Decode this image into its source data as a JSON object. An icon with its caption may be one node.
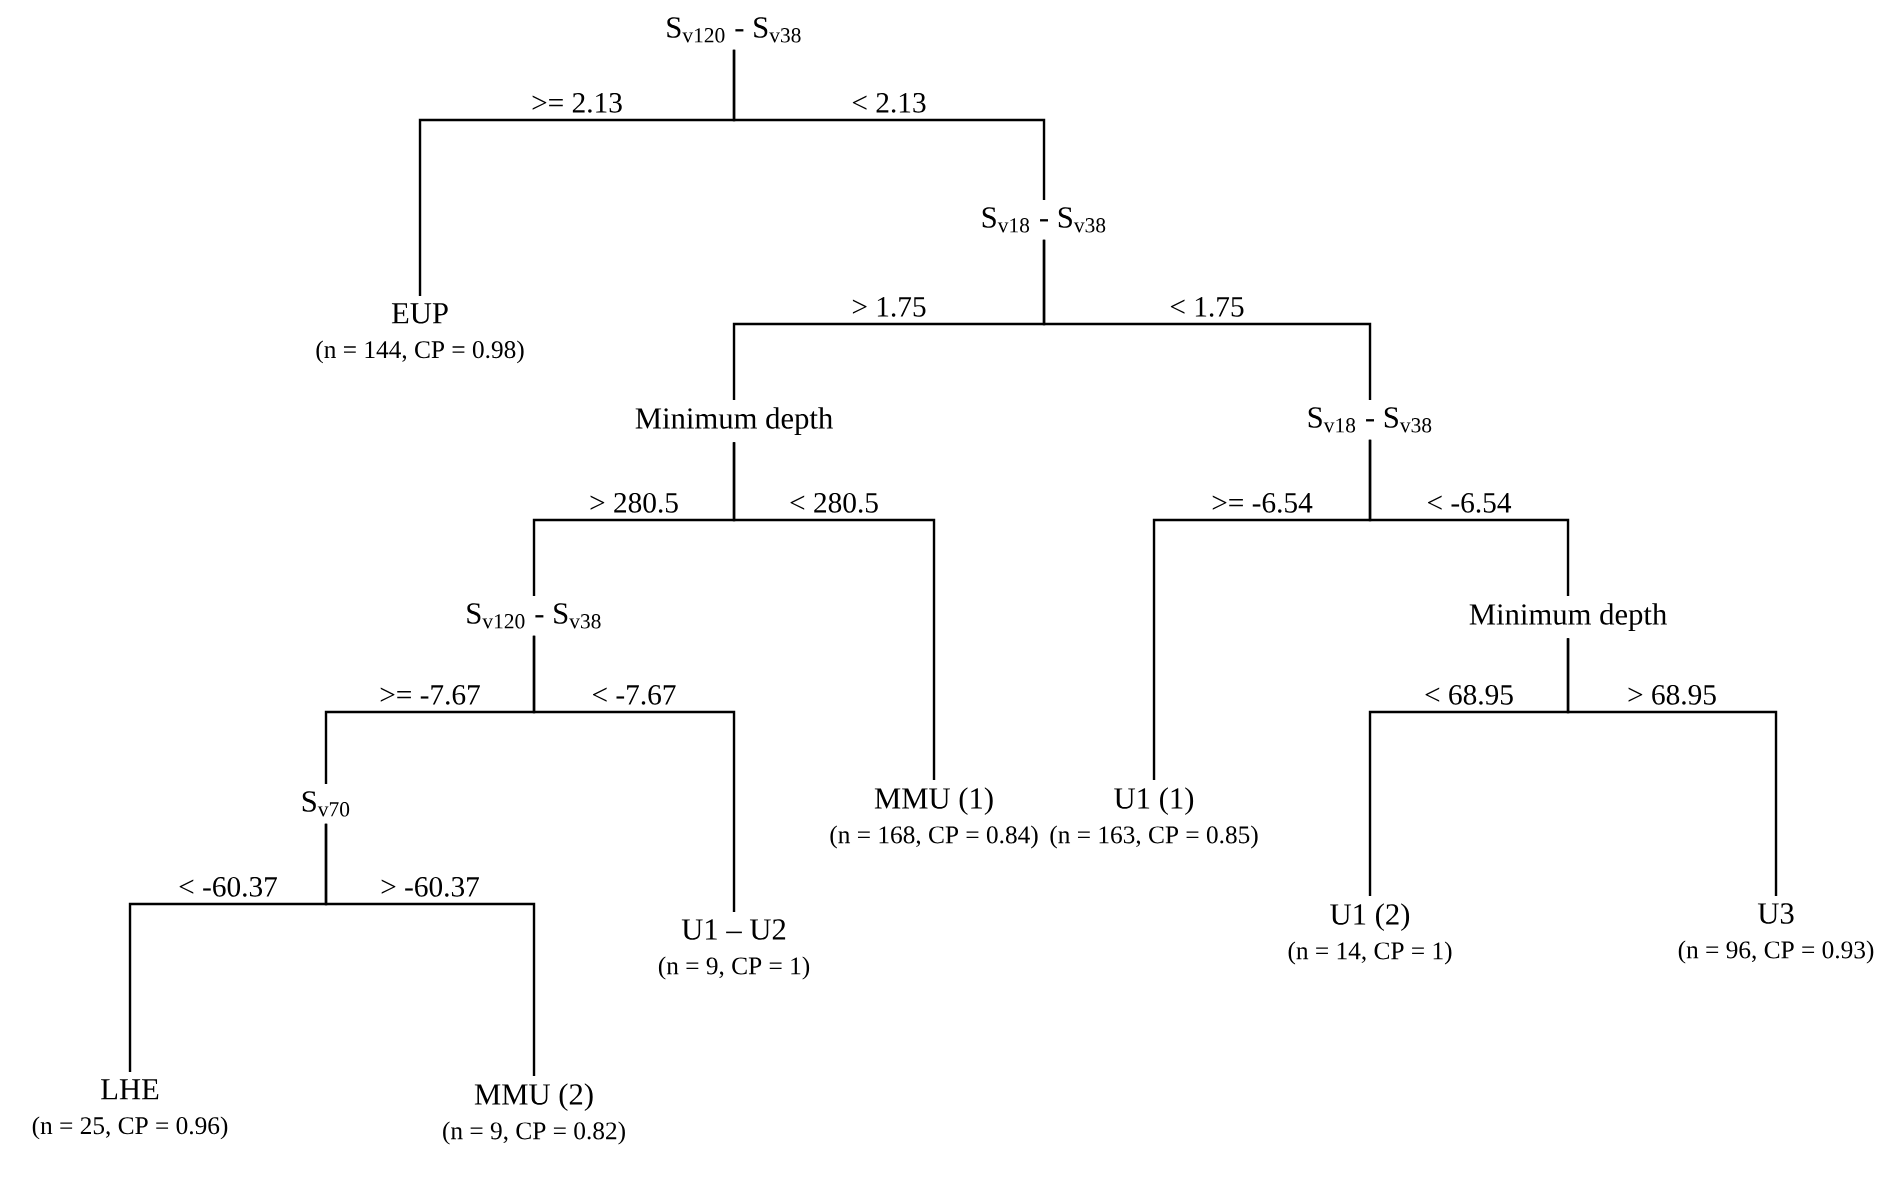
{
  "diagram": {
    "nodes": [
      {
        "text": [
          "S$_{v120}$ - S$_{v38}$"
        ]
      },
      {
        "text": [
          "EUP",
          "(n = 144, CP = 0.98)"
        ]
      },
      {
        "text": [
          "S$_{v18}$ - S$_{v38}$"
        ]
      },
      {
        "text": [
          "Minimum depth"
        ]
      },
      {
        "text": [
          "S$_{v18}$ - S$_{v38}$"
        ]
      },
      {
        "text": [
          "S$_{v120}$ - S$_{v38}$"
        ]
      },
      {
        "text": [
          "MMU (1)",
          "(n = 168, CP = 0.84)"
        ]
      },
      {
        "text": [
          "U1 (1)",
          "(n = 163, CP = 0.85)"
        ]
      },
      {
        "text": [
          "Minimum depth"
        ]
      },
      {
        "text": [
          "S$_{v70}$"
        ]
      },
      {
        "text": [
          "U1 – U2",
          "(n = 9, CP = 1)"
        ]
      },
      {
        "text": [
          "U1 (2)",
          "(n = 14, CP = 1)"
        ]
      },
      {
        "text": [
          "U3",
          "(n = 96, CP = 0.93)"
        ]
      },
      {
        "text": [
          "LHE",
          "(n = 25, CP = 0.96)"
        ]
      },
      {
        "text": [
          "MMU (2)",
          "(n = 9, CP = 0.82)"
        ]
      }
    ],
    "edges": [
      {
        "from": 0,
        "to": 1,
        "arrow": "none",
        "label": ">= 2.13"
      },
      {
        "from": 0,
        "to": 2,
        "arrow": "none",
        "label": "< 2.13"
      },
      {
        "from": 2,
        "to": 3,
        "arrow": "none",
        "label": "> 1.75"
      },
      {
        "from": 2,
        "to": 4,
        "arrow": "none",
        "label": "< 1.75"
      },
      {
        "from": 3,
        "to": 5,
        "arrow": "none",
        "label": "> 280.5"
      },
      {
        "from": 3,
        "to": 6,
        "arrow": "none",
        "label": "< 280.5"
      },
      {
        "from": 4,
        "to": 7,
        "arrow": "none",
        "label": ">= -6.54"
      },
      {
        "from": 4,
        "to": 8,
        "arrow": "none",
        "label": "< -6.54"
      },
      {
        "from": 5,
        "to": 9,
        "arrow": "none",
        "label": ">= -7.67"
      },
      {
        "from": 5,
        "to": 10,
        "arrow": "none",
        "label": "< -7.67"
      },
      {
        "from": 8,
        "to": 11,
        "arrow": "none",
        "label": "< 68.95"
      },
      {
        "from": 8,
        "to": 12,
        "arrow": "none",
        "label": "> 68.95"
      },
      {
        "from": 9,
        "to": 13,
        "arrow": "none",
        "label": "< -60.37"
      },
      {
        "from": 9,
        "to": 14,
        "arrow": "none",
        "label": "> -60.37"
      }
    ]
  }
}
